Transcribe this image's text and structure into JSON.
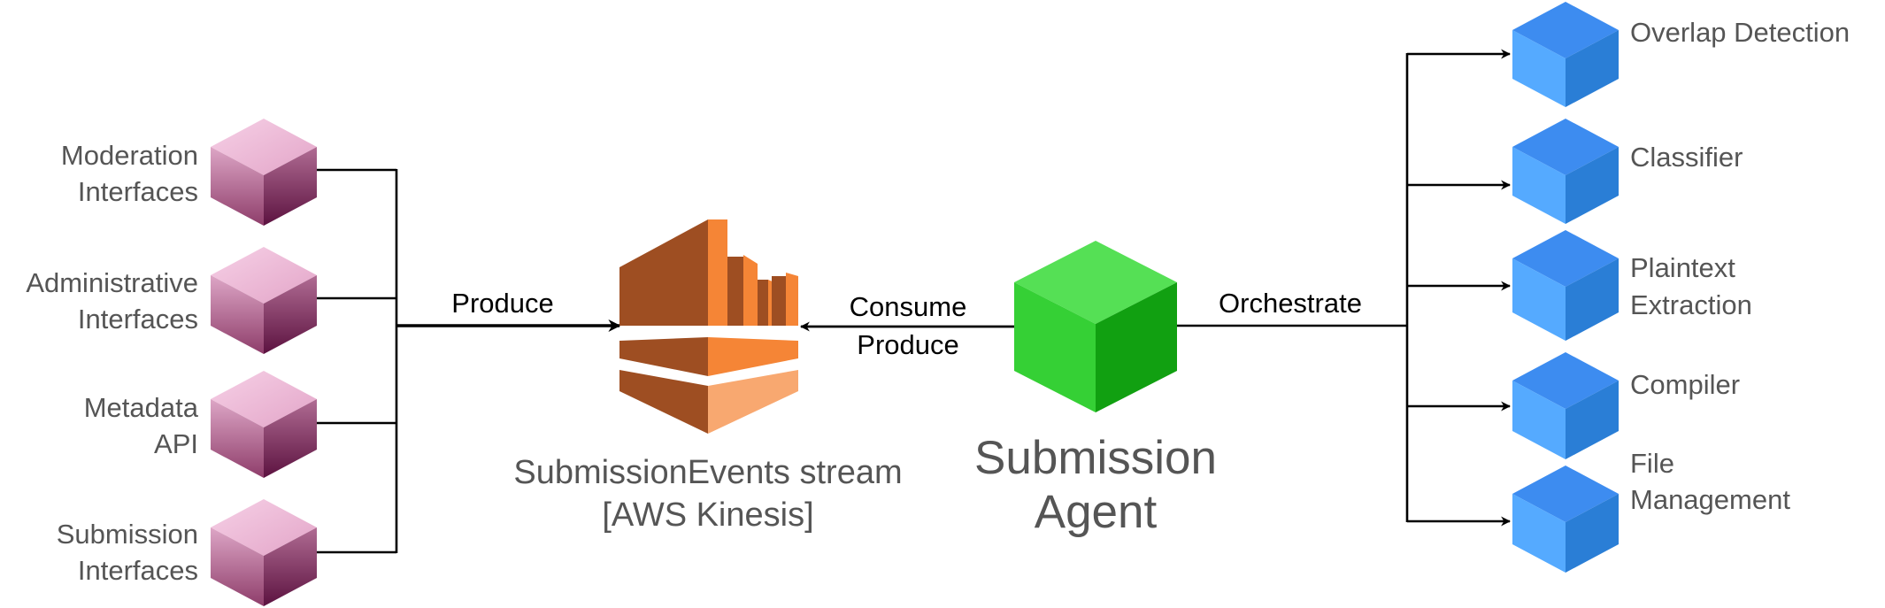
{
  "producers": {
    "items": [
      {
        "line1": "Moderation",
        "line2": "Interfaces"
      },
      {
        "line1": "Administrative",
        "line2": "Interfaces"
      },
      {
        "line1": "Metadata",
        "line2": "API"
      },
      {
        "line1": "Submission",
        "line2": "Interfaces"
      }
    ],
    "icon": "cube-icon",
    "color": "#B5708F"
  },
  "edges": {
    "produce": "Produce",
    "consume": "Consume",
    "produce_back": "Produce",
    "orchestrate": "Orchestrate"
  },
  "stream": {
    "line1": "SubmissionEvents stream",
    "line2": "[AWS Kinesis]",
    "icon": "aws-kinesis-icon",
    "color": "#F58536"
  },
  "agent": {
    "line1": "Submission",
    "line2": "Agent",
    "icon": "cube-icon",
    "color": "#2EC02E"
  },
  "services": {
    "items": [
      {
        "line1": "Overlap Detection",
        "line2": ""
      },
      {
        "line1": "Classifier",
        "line2": ""
      },
      {
        "line1": "Plaintext",
        "line2": "Extraction"
      },
      {
        "line1": "Compiler",
        "line2": ""
      },
      {
        "line1": "File",
        "line2": "Management"
      }
    ],
    "icon": "cube-icon",
    "color": "#3399FF"
  }
}
